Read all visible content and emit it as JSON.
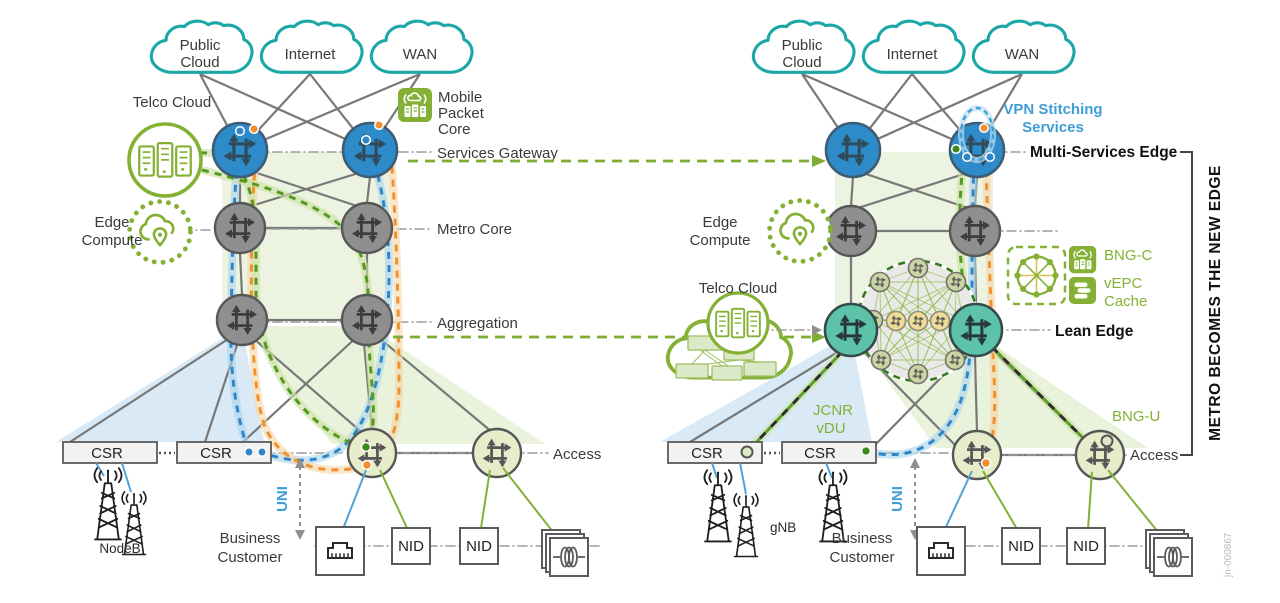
{
  "colors": {
    "teal_cloud": "#1BA7A7",
    "juniper_green": "#84B135",
    "path_green": "#55991F",
    "path_blue": "#2E86C8",
    "path_orange": "#F0912E",
    "blue_router": "#2E8BC9",
    "grey_router": "#8F8F8F",
    "lean_router": "#5CC3A8",
    "access_router": "#E7EDCB",
    "label_blue": "#3F9ED6",
    "light_blue_region": "#CFE5F4",
    "light_green_region": "#E9F1DC"
  },
  "icons": {
    "cloud": "cloud-outline",
    "router": "circle-with-crossed-arrows",
    "telco_cloud": "circle-with-server-racks",
    "edge_compute": "dotted-ring-cloud-location-pin",
    "mobile_packet_core": "green-square-cloud-over-racks",
    "mesh_fabric": "circle-of-nodes-with-spokes",
    "cache": "green-square-stacked-disks",
    "cell_tower": "lattice-tower-with-waves",
    "business_cpe": "ethernet-port-box",
    "fiber_coil": "stacked-boxes-with-coil"
  },
  "left": {
    "clouds": [
      [
        "Public",
        "Cloud"
      ],
      [
        "Internet"
      ],
      [
        "WAN"
      ]
    ],
    "telco_cloud": "Telco Cloud",
    "mobile_packet_core": [
      "Mobile",
      "Packet",
      "Core"
    ],
    "edge_compute": [
      "Edge",
      "Compute"
    ],
    "tiers": {
      "services_gateway": "Services Gateway",
      "metro_core": "Metro Core",
      "aggregation": "Aggregation",
      "access": "Access"
    },
    "csr": [
      "CSR",
      "CSR"
    ],
    "nodeb": "NodeB",
    "uni": "UNI",
    "business_customer": [
      "Business",
      "Customer"
    ],
    "nid": [
      "NID",
      "NID"
    ]
  },
  "right": {
    "clouds": [
      [
        "Public",
        "Cloud"
      ],
      [
        "Internet"
      ],
      [
        "WAN"
      ]
    ],
    "vpn_stitching": [
      "VPN Stitching",
      "Services"
    ],
    "edge_compute": [
      "Edge",
      "Compute"
    ],
    "telco_cloud": "Telco Cloud",
    "tiers": {
      "multi_services_edge": "Multi-Services Edge",
      "lean_edge": "Lean Edge",
      "access": "Access"
    },
    "services": {
      "bng_c": "BNG-C",
      "vepc": "vEPC",
      "cache": "Cache",
      "jcnr_vdu": [
        "JCNR",
        "vDU"
      ],
      "bng_u": "BNG-U"
    },
    "csr": [
      "CSR",
      "CSR"
    ],
    "gnb": "gNB",
    "uni": "UNI",
    "business_customer": [
      "Business",
      "Customer"
    ],
    "nid": [
      "NID",
      "NID"
    ]
  },
  "side_note": "METRO BECOMES THE NEW EDGE",
  "watermark": "jn-000867"
}
